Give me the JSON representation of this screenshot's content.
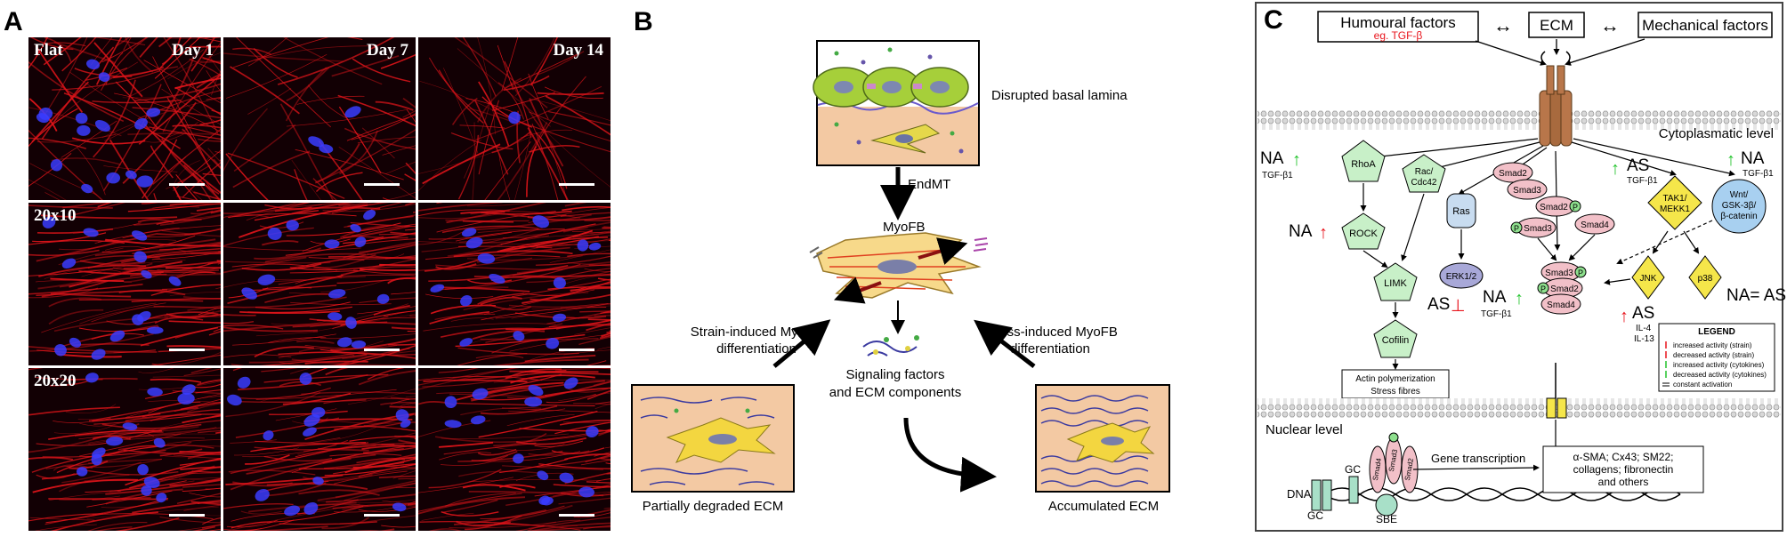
{
  "panels": {
    "a": {
      "letter": "A",
      "col_labels": [
        "Day 1",
        "Day 7",
        "Day 14"
      ],
      "row_labels": [
        "Flat",
        "20x10",
        "20x20"
      ]
    },
    "b": {
      "letter": "B",
      "disrupted": "Disrupted basal lamina",
      "endmt": "EndMT",
      "myofb": "MyoFB",
      "strain1": "Strain-induced MyoFB",
      "strain2": "differentiation",
      "stress1": "Stress-induced MyoFB",
      "stress2": "differentiation",
      "signal1": "Signaling factors",
      "signal2": "and ECM components",
      "partial": "Partially degraded ECM",
      "accum": "Accumulated ECM"
    },
    "c": {
      "letter": "C",
      "humoural": "Humoural factors",
      "tgf_eg": "eg. TGF-β",
      "ecm": "ECM",
      "mechanical": "Mechanical factors",
      "arrow_lr": "↔",
      "cyto_level": "Cytoplasmatic level",
      "nuclear_level": "Nuclear level",
      "na": "NA",
      "as": "AS",
      "tgf_b1": "TGF-β1",
      "rhoa": "RhoA",
      "rac": "Rac/",
      "cdc": "Cdc42",
      "rock": "ROCK",
      "limk": "LIMK",
      "cofilin": "Cofilin",
      "actin1": "Actin polymerization",
      "actin2": "Stress fibres",
      "ras": "Ras",
      "erk": "ERK1/2",
      "smad2": "Smad2",
      "smad3": "Smad3",
      "smad4": "Smad4",
      "p": "P",
      "tak1": "TAK1/",
      "mekk1": "MEKK1",
      "wnt1": "Wnt/",
      "wnt2": "GSK-3β/",
      "wnt3": "β-catenin",
      "jnk": "JNK",
      "p38": "p38",
      "na_eq_as": "NA= AS",
      "il4": "IL-4",
      "il13": "IL-13",
      "legend_title": "LEGEND",
      "legend_items": [
        "increased activity (strain)",
        "decreased activity (strain)",
        "increased activity (cytokines)",
        "decreased activity (cytokines)",
        "constant activation"
      ],
      "gene_tx": "Gene transcription",
      "targets1": "α-SMA; Cx43; SM22;",
      "targets2": "collagens; fibronectin",
      "targets3": "and others",
      "dna": "DNA",
      "gc": "GC",
      "sbe": "SBE"
    }
  },
  "colors": {
    "red": "#e8141c",
    "green": "#22c32c",
    "actin": "#e0141a",
    "nucleus": "#3a3cff",
    "yellow": "#f5e64a",
    "green_shape": "#c8f0c8",
    "pink": "#f2c0c8",
    "blue_circle": "#a8d0f0",
    "brown_receptor": "#b87850",
    "ecm_bg": "#f0c8a0"
  }
}
